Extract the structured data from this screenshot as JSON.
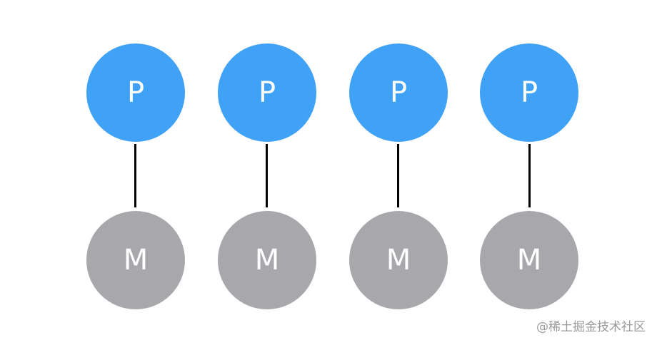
{
  "diagram": {
    "columns": [
      {
        "top_label": "P",
        "bottom_label": "M"
      },
      {
        "top_label": "P",
        "bottom_label": "M"
      },
      {
        "top_label": "P",
        "bottom_label": "M"
      },
      {
        "top_label": "P",
        "bottom_label": "M"
      }
    ]
  },
  "colors": {
    "p_node": "#3fa2f6",
    "m_node": "#a8a7ac",
    "connector": "#000000",
    "watermark": "#9a9a9a"
  },
  "watermark": {
    "text": "@稀土掘金技术社区"
  }
}
